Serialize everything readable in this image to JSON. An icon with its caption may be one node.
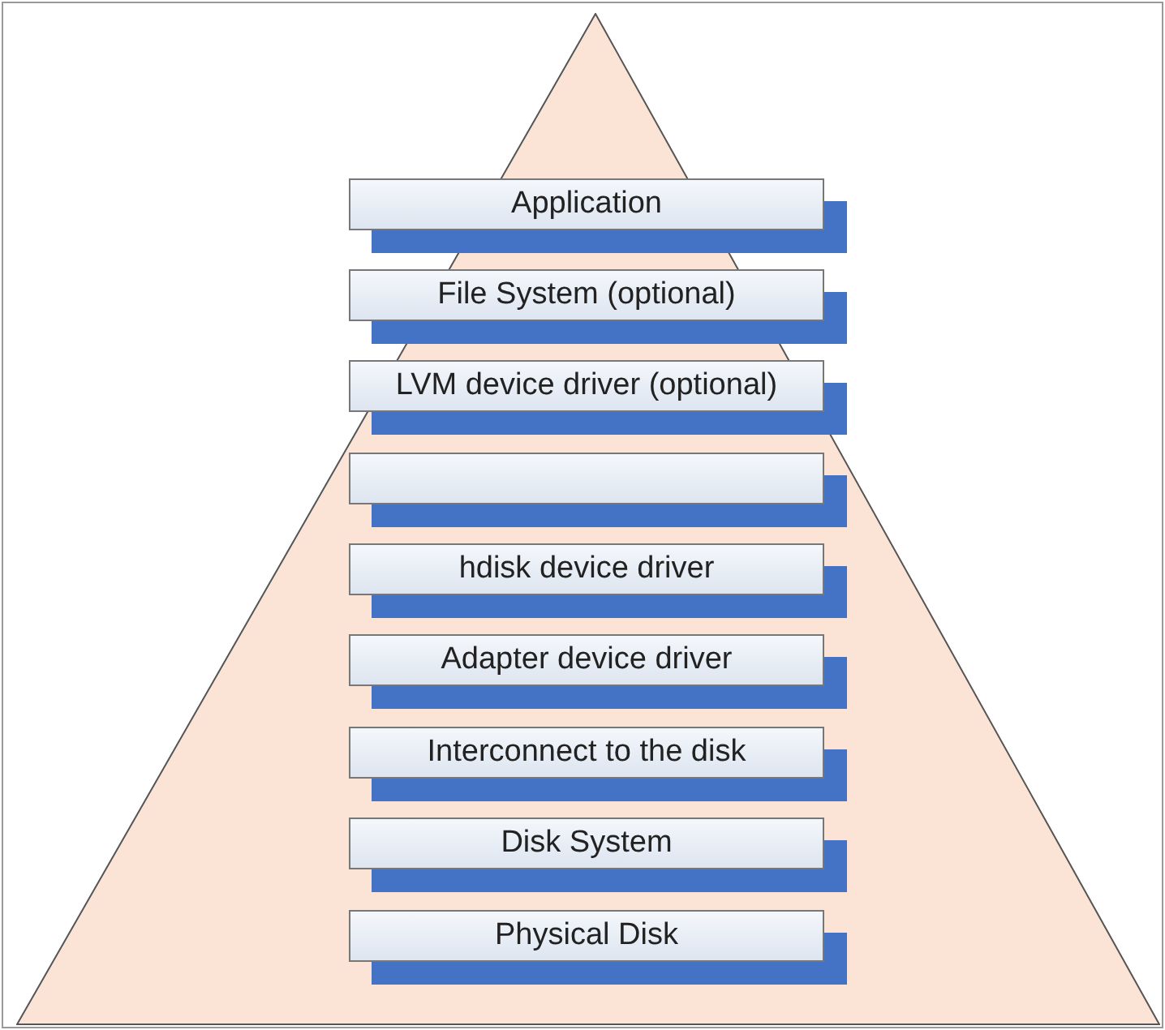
{
  "diagram": {
    "nodes": [
      {
        "text": [],
        "shape": "triangle"
      },
      {
        "text": [
          "Application"
        ],
        "in": 0
      },
      {
        "text": [
          "File System (optional)"
        ],
        "in": 0
      },
      {
        "text": [
          "LVM device driver (optional)"
        ],
        "in": 0
      },
      {
        "text": [],
        "shape": "box",
        "in": 0
      },
      {
        "text": [
          "hdisk device driver"
        ],
        "in": 0
      },
      {
        "text": [
          "Adapter device driver"
        ],
        "in": 0
      },
      {
        "text": [
          "Interconnect to the disk"
        ],
        "in": 0
      },
      {
        "text": [
          "Disk System"
        ],
        "in": 0
      },
      {
        "text": [
          "Physical Disk"
        ],
        "in": 0
      }
    ]
  }
}
